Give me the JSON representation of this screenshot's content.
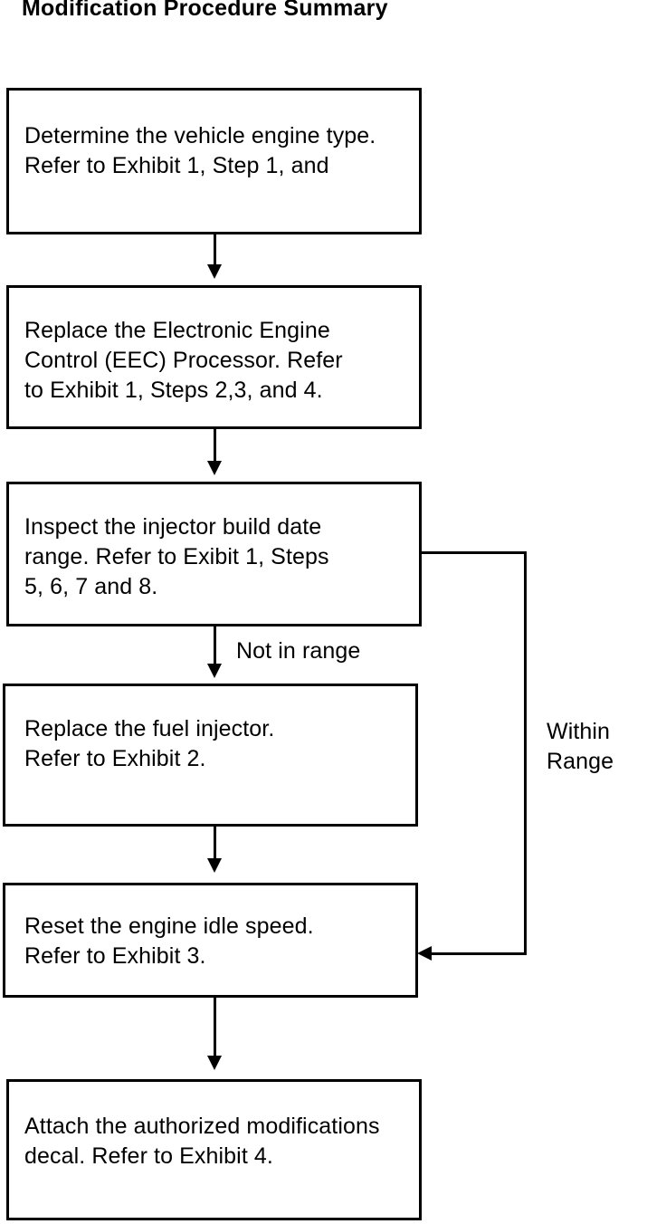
{
  "document": {
    "title": "Modification Procedure Summary"
  },
  "flowchart": {
    "type": "flowchart",
    "orientation": "top-to-bottom",
    "nodes": [
      {
        "id": "step-1",
        "name": "determine-engine-type",
        "text": "Determine the vehicle engine type.\nRefer to Exhibit 1, Step 1, and"
      },
      {
        "id": "step-2",
        "name": "replace-eec-processor",
        "text": "Replace the Electronic Engine\nControl (EEC) Processor.  Refer\nto Exhibit 1, Steps 2,3, and 4."
      },
      {
        "id": "step-3",
        "name": "inspect-injector-build-date",
        "text": "Inspect the injector build date\nrange.  Refer to Exibit 1,  Steps\n5, 6, 7 and 8."
      },
      {
        "id": "step-4",
        "name": "replace-fuel-injector",
        "text": "Replace the fuel injector.\nRefer to Exhibit 2."
      },
      {
        "id": "step-5",
        "name": "reset-engine-idle-speed",
        "text": "Reset the engine idle speed.\nRefer to Exhibit 3."
      },
      {
        "id": "step-6",
        "name": "attach-modifications-decal",
        "text": "Attach the authorized modifications\ndecal.  Refer to Exhibit 4."
      }
    ],
    "edges": [
      {
        "id": "edge-1-2",
        "from": "step-1",
        "to": "step-2",
        "label": ""
      },
      {
        "id": "edge-2-3",
        "from": "step-2",
        "to": "step-3",
        "label": ""
      },
      {
        "id": "edge-3-4",
        "from": "step-3",
        "to": "step-4",
        "label": "Not in range"
      },
      {
        "id": "edge-3-5",
        "from": "step-3",
        "to": "step-5",
        "label": "Within\nRange"
      },
      {
        "id": "edge-4-5",
        "from": "step-4",
        "to": "step-5",
        "label": ""
      },
      {
        "id": "edge-5-6",
        "from": "step-5",
        "to": "step-6",
        "label": ""
      }
    ],
    "colors": {
      "stroke": "#000000",
      "fill": "#ffffff",
      "text": "#000000"
    }
  }
}
